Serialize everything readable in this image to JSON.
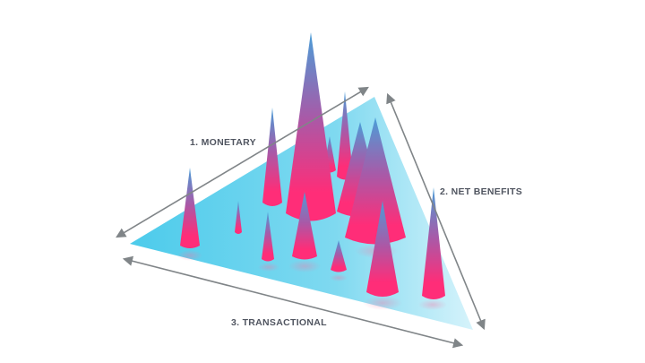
{
  "labels": {
    "axis_1": "1. MONETARY",
    "axis_2": "2. NET BENEFITS",
    "axis_3": "3. TRANSACTIONAL"
  },
  "colors": {
    "plane_light": "#d6f3fb",
    "plane_cyan": "#4ccbeb",
    "cone_top": "#4a9ed8",
    "cone_mid": "#a85aa8",
    "cone_base": "#ff2d78",
    "arrow": "#808588",
    "label_text": "#505560"
  }
}
